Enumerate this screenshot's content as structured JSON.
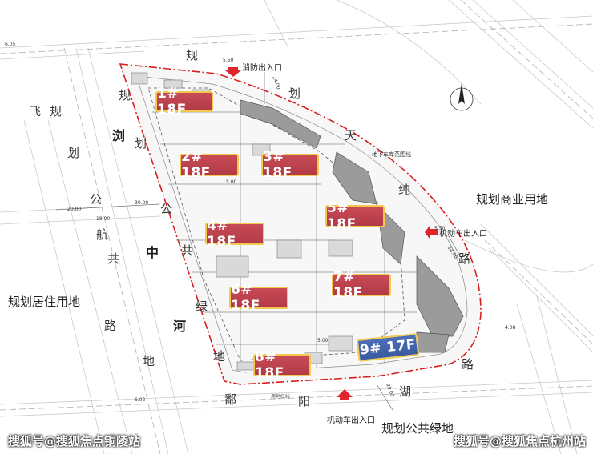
{
  "roads": {
    "guihua_tianchun_lu": [
      "规",
      "划",
      "天",
      "纯",
      "路"
    ],
    "guihua_liuzhonghe_gonggonglvdi": [
      "规",
      "划",
      "浏",
      "公",
      "共",
      "绿",
      "地"
    ],
    "feihang_lu": [
      "飞",
      "规",
      "划",
      "公",
      "航",
      "共",
      "路",
      "地"
    ],
    "zhengyang_lu": [
      "鄱",
      "阳"
    ],
    "hu_lu": [
      "湖",
      "路"
    ],
    "river_chars": [
      "浏",
      "中",
      "河"
    ]
  },
  "zones": {
    "residential": "规划居住用地",
    "commercial": "规划商业用地",
    "green": "规划公共绿地"
  },
  "gates": {
    "fire_entry": "消防出入口",
    "vehicle_entry_east": "机动车出入口",
    "vehicle_entry_south": "机动车出入口"
  },
  "annotations": {
    "garage_line": "地下车库范围线",
    "land_line": "用地红线"
  },
  "buildings": [
    {
      "id": "1",
      "label": "1# 18F",
      "color": "red"
    },
    {
      "id": "2",
      "label": "2# 18F",
      "color": "red"
    },
    {
      "id": "3",
      "label": "3# 18F",
      "color": "red"
    },
    {
      "id": "4",
      "label": "4# 18F",
      "color": "red"
    },
    {
      "id": "5",
      "label": "5# 18F",
      "color": "red"
    },
    {
      "id": "6",
      "label": "6# 18F",
      "color": "red"
    },
    {
      "id": "7",
      "label": "7# 18F",
      "color": "red"
    },
    {
      "id": "8",
      "label": "8# 18F",
      "color": "red"
    },
    {
      "id": "9",
      "label": "9# 17F",
      "color": "blue"
    }
  ],
  "dimensions": {
    "d24_top": "24.00",
    "d24_right": "24.00",
    "d20_bottom": "20.00",
    "d20_left": "20.00",
    "d18": "18.00",
    "d30": "30.00",
    "d605": "6.05",
    "d550": "5.50",
    "d500a": "5.00",
    "d500b": "5.00",
    "d502": "6.02",
    "d408": "4.08",
    "d550b": "5.50"
  },
  "watermarks": {
    "left": "搜狐号@搜狐焦点铜陵站",
    "right": "搜狐号@搜狐焦点杭州站"
  },
  "colors": {
    "building_red": "#c0424f",
    "building_blue": "#4565ab",
    "building_border": "#f2c94c",
    "red_line": "#d62020",
    "gate_arrow": "#e0262b"
  }
}
